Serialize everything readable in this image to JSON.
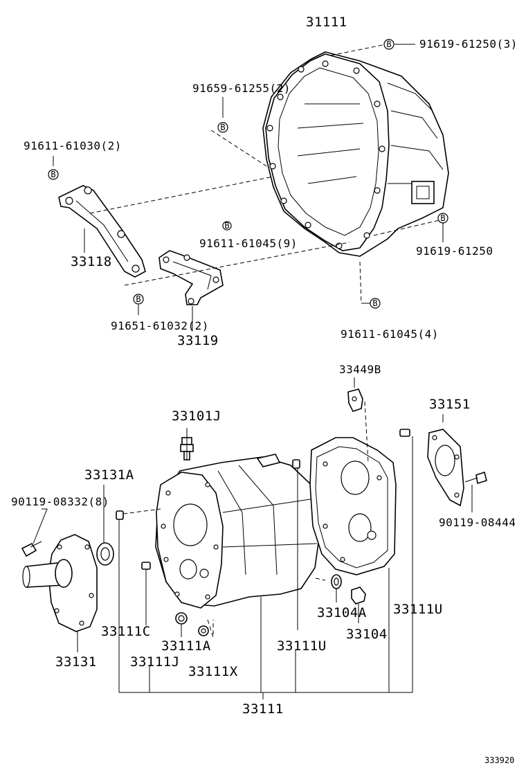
{
  "diagram": {
    "labels": {
      "bell_housing": "31111",
      "bolt_a": "91619-61250(3)",
      "bolt_b": "91659-61255(2)",
      "bolt_c": "91611-61030(2)",
      "bracket_left": "33118",
      "bolt_d": "91611-61045(9)",
      "bolt_e": "91619-61250",
      "bolt_f": "91651-61032(2)",
      "bracket_right": "33119",
      "bolt_g": "91611-61045(4)",
      "clamp": "33449B",
      "rear_retainer": "33151",
      "breather_plug": "33101J",
      "oil_seal": "33131A",
      "bolt_h": "90119-08332(8)",
      "bolt_i": "90119-08444",
      "front_retainer": "33131",
      "pin_c": "33111C",
      "plug_a": "33111A",
      "pin_j": "33111J",
      "gasket_x": "33111X",
      "pin_u_mid": "33111U",
      "washer_a": "33104A",
      "drain_plug": "33104",
      "pin_u_right": "33111U",
      "case_assy": "33111",
      "drawing_number": "333920"
    },
    "callout_symbol": "B"
  }
}
